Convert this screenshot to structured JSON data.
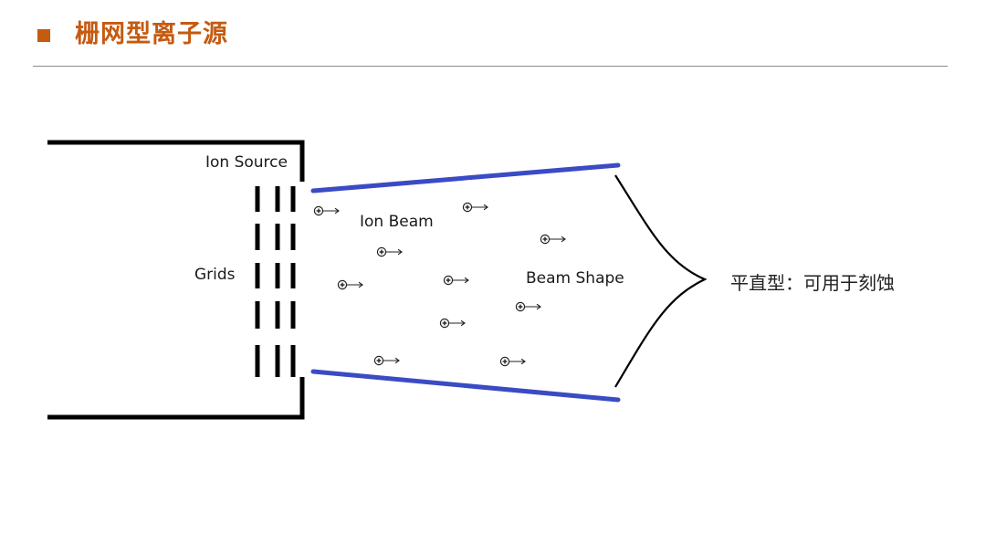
{
  "header": {
    "title": "栅网型离子源",
    "accent_color": "#c55a11"
  },
  "diagram": {
    "labels": {
      "ion_source": "Ion Source",
      "grids": "Grids",
      "ion_beam": "Ion Beam",
      "beam_shape": "Beam Shape"
    },
    "beam_color": "#3a4bc4",
    "ion_icon": "positive-ion-arrow-icon",
    "ion_count": 10
  },
  "note": {
    "text": "平直型：可用于刻蚀"
  }
}
